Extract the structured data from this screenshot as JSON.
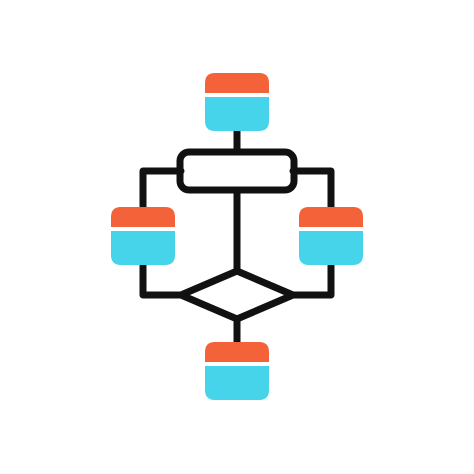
{
  "icon": {
    "name": "flowchart-icon",
    "colors": {
      "header": "#F4623A",
      "body": "#46D4EA",
      "stroke": "#111111",
      "background": "#FFFFFF"
    },
    "nodes": [
      {
        "id": "top-card",
        "kind": "card"
      },
      {
        "id": "process-box",
        "kind": "process"
      },
      {
        "id": "left-card",
        "kind": "card"
      },
      {
        "id": "right-card",
        "kind": "card"
      },
      {
        "id": "decision-diamond",
        "kind": "decision"
      },
      {
        "id": "bottom-card",
        "kind": "card"
      }
    ]
  }
}
